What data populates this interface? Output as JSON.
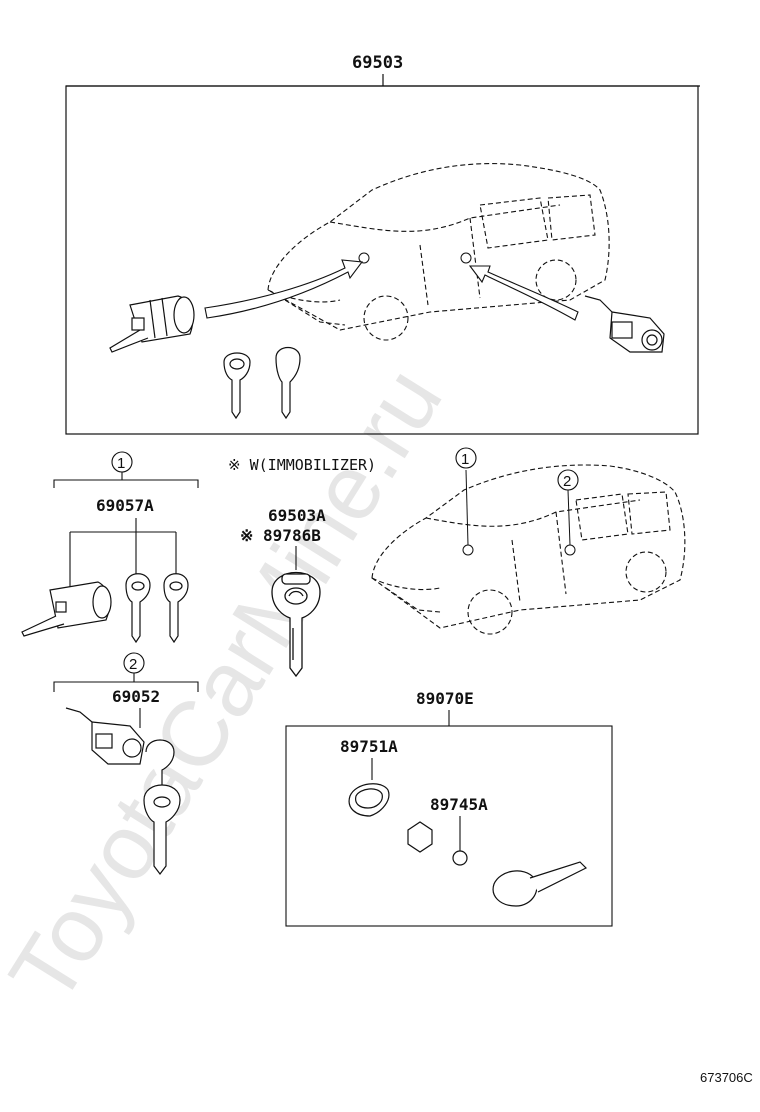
{
  "watermark": "ToyotaCarMine.ru",
  "image_code": "673706C",
  "main_assembly": {
    "part": "69503"
  },
  "note": "※ W(IMMOBILIZER)",
  "group1": {
    "ref": "1",
    "part": "69057A"
  },
  "group2": {
    "ref": "2",
    "part": "69052"
  },
  "key": {
    "part_a": "69503A",
    "part_b": "※ 89786B"
  },
  "car_refs": [
    "1",
    "2"
  ],
  "kit": {
    "part": "89070E",
    "item_a": "89751A",
    "item_b": "89745A"
  },
  "colors": {
    "line": "#111111",
    "watermark": "#e6e6e6"
  }
}
